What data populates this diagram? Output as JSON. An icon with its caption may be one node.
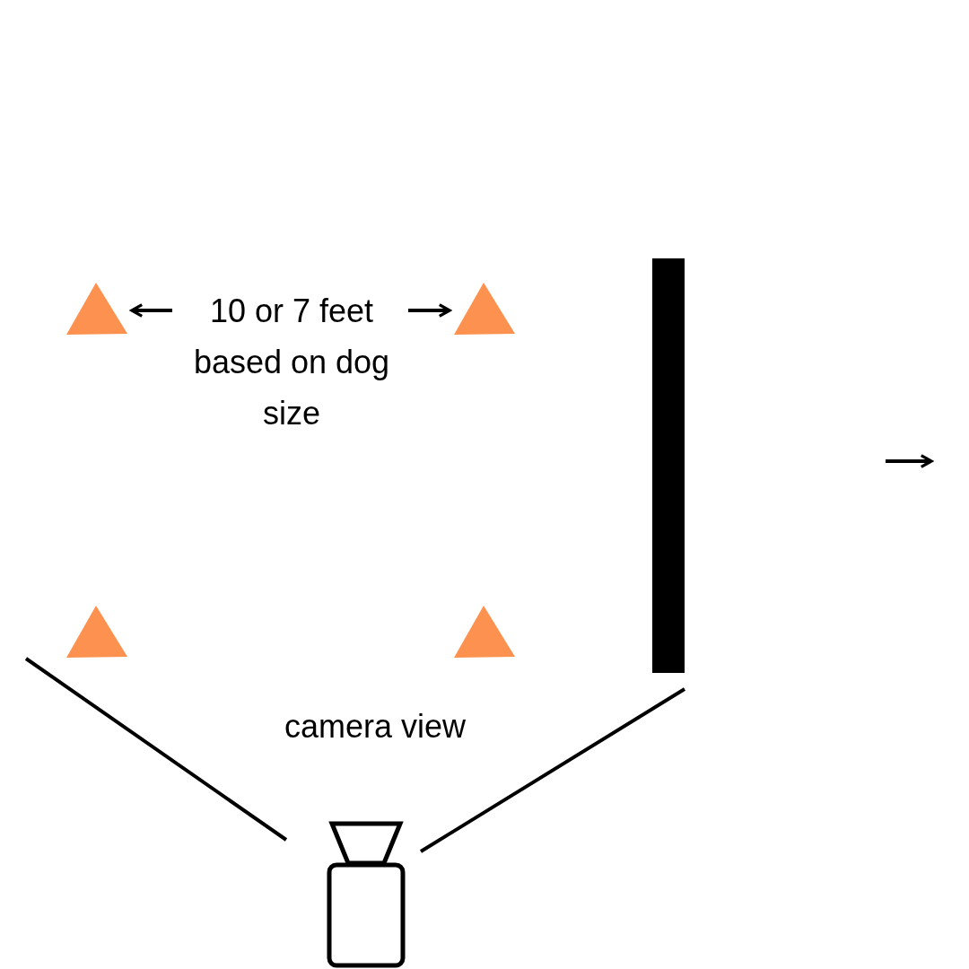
{
  "diagram": {
    "nodes": [
      {
        "text": [],
        "shape": "bar"
      }
    ],
    "labels": [
      "10 or 7 feet based on dog size",
      "camera view"
    ]
  }
}
